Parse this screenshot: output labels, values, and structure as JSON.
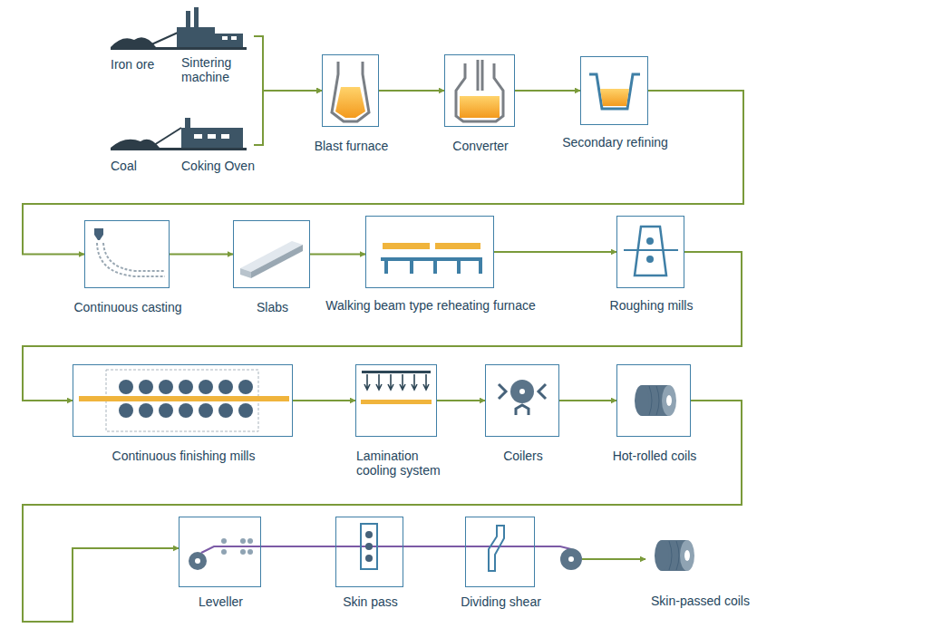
{
  "diagram": {
    "nodes": [
      {
        "text": [
          "Iron ore",
          "Sintering machine"
        ]
      },
      {
        "text": [
          "Coal",
          "Coking Oven"
        ]
      },
      {
        "text": [
          "Blast furnace"
        ]
      },
      {
        "text": [
          "Converter"
        ]
      },
      {
        "text": [
          "Secondary refining"
        ]
      },
      {
        "text": [
          "Continuous casting"
        ]
      },
      {
        "text": [
          "Slabs"
        ]
      },
      {
        "text": [
          "Walking beam type reheating furnace"
        ]
      },
      {
        "text": [
          "Roughing mills"
        ]
      },
      {
        "text": [
          "Continuous finishing mills"
        ]
      },
      {
        "text": [
          "Lamination cooling system"
        ]
      },
      {
        "text": [
          "Coilers"
        ]
      },
      {
        "text": [
          "Hot-rolled coils"
        ]
      },
      {
        "text": [
          "Leveller"
        ]
      },
      {
        "text": [
          "Skin pass"
        ]
      },
      {
        "text": [
          "Dividing shear"
        ]
      },
      {
        "text": [
          "Skin-passed coils"
        ]
      }
    ],
    "edges": [
      {
        "from": 0,
        "to": 2,
        "arrow": "to"
      },
      {
        "from": 1,
        "to": 2,
        "arrow": "to"
      },
      {
        "from": 2,
        "to": 3,
        "arrow": "to"
      },
      {
        "from": 3,
        "to": 4,
        "arrow": "to"
      },
      {
        "from": 4,
        "to": 5,
        "arrow": "to"
      },
      {
        "from": 5,
        "to": 6,
        "arrow": "to"
      },
      {
        "from": 6,
        "to": 7,
        "arrow": "to"
      },
      {
        "from": 7,
        "to": 8,
        "arrow": "to"
      },
      {
        "from": 8,
        "to": 9,
        "arrow": "to"
      },
      {
        "from": 9,
        "to": 10,
        "arrow": "to"
      },
      {
        "from": 10,
        "to": 11,
        "arrow": "to"
      },
      {
        "from": 11,
        "to": 12,
        "arrow": "to"
      },
      {
        "from": 12,
        "to": 13,
        "arrow": "to"
      },
      {
        "from": 13,
        "to": 14,
        "arrow": "none"
      },
      {
        "from": 14,
        "to": 15,
        "arrow": "none"
      },
      {
        "from": 15,
        "to": 16,
        "arrow": "to"
      }
    ]
  }
}
